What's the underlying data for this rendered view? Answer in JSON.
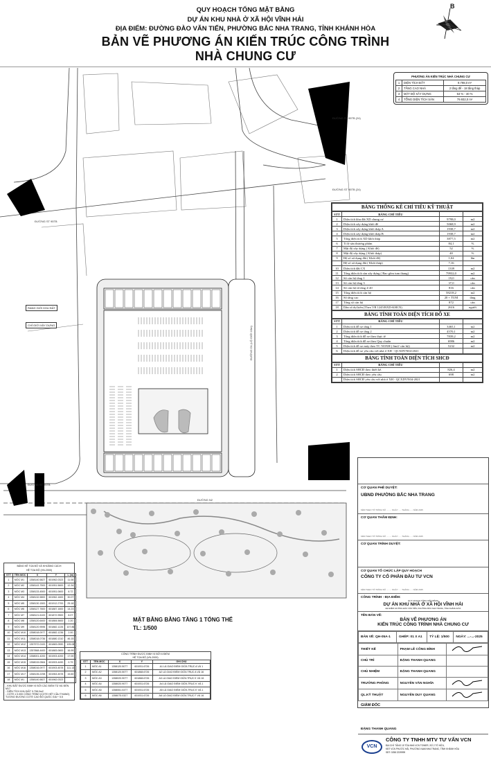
{
  "header": {
    "line1": "QUY HOẠCH TỔNG MẶT BẰNG",
    "line2": "DỰ ÁN KHU NHÀ Ở XÃ HỘI VĨNH HẢI",
    "line3": "ĐỊA ĐIỂM: ĐƯỜNG ĐÀO VĂN TIẾN, PHƯỜNG BẮC NHA TRANG, TỈNH KHÁNH HÒA",
    "title1": "BẢN VẼ PHƯƠNG ÁN KIẾN TRÚC CÔNG TRÌNH",
    "title2": "NHÀ CHUNG CƯ"
  },
  "compass": {
    "label": "B"
  },
  "summary": {
    "title": "PHƯƠNG ÁN KIẾN TRÚC NHÀ CHUNG CƯ",
    "rows": [
      [
        "1",
        "DIỆN TÍCH ĐẤT",
        "9.798,0 m²"
      ],
      [
        "2",
        "TẦNG CAO NHÀ",
        "2 tầng đế - 18 tầng tháp"
      ],
      [
        "3",
        "MẬT ĐỘ XÂY DỰNG",
        "53 % - 40 %"
      ],
      [
        "4",
        "TỔNG DIỆN TÍCH SÀN",
        "79.932,0 m²"
      ]
    ]
  },
  "plan": {
    "road_top": "ĐƯỜNG ST 95TB (24)",
    "road_right": "ĐƯỜNG ST 95TB (24)",
    "road_left": "ĐƯỜNG ST 95TB",
    "road_left2": "ĐƯỜNG ST 95TB",
    "road_n2": "ĐƯỜNG N2",
    "road_d1": "ĐƯỜNG D1 (LỘ GIỚI 15m)",
    "boundary": "RANH GIỚI KHU ĐẤT",
    "build_line": "CHỈ GIỚI XÂY DỰNG",
    "caption": "MẶT BẰNG BẰNG TẦNG 1 TỔNG THỂ",
    "scale": "TL: 1/500"
  },
  "tech": {
    "title": "BẢNG THỐNG KÊ CHỈ TIÊU KỸ THUẬT",
    "col_stt": "STT",
    "col_name": "BẢNG CHỈ TIÊU",
    "rows": [
      [
        "1",
        "Diện tích khu đất XD chung cư",
        "9798,0",
        "m2"
      ],
      [
        "2",
        "Diện tích xây dựng khối đế",
        "5068,9",
        "m2"
      ],
      [
        "3",
        "Diện tích xây dựng khối tháp A",
        "1938,7",
        "m2"
      ],
      [
        "4",
        "Diện tích xây dựng khối tháp B",
        "1938,7",
        "m2"
      ],
      [
        "5",
        "Tổng diện tích XD khối tháp",
        "3877,5",
        "m2"
      ],
      [
        "6",
        "Tỉ lệ sàn thương phẩm",
        "84,1",
        "%"
      ],
      [
        "7",
        "Mật độ xây dựng ( Khối đế)",
        "52",
        "%"
      ],
      [
        "8",
        "Mật độ xây dựng ( Khối tháp)",
        "40",
        "%"
      ],
      [
        "9",
        "Hệ số sử dụng đất ( Khối đế)",
        "1,04",
        "lần"
      ],
      [
        "",
        "Hệ số sử dụng đất ( Khối tháp)",
        "7,16",
        ""
      ],
      [
        "10",
        "Diện tích đất CX",
        "1339",
        "m2"
      ],
      [
        "11",
        "Tổng diện tích sàn xây dựng ( Bao gồm tum thang)",
        "79932,0",
        "m2"
      ],
      [
        "12",
        "Số căn hộ tầng 1",
        "19,0",
        "căn"
      ],
      [
        "13",
        "Số căn hộ tầng 3",
        "37,0",
        "căn"
      ],
      [
        "14",
        "Số căn hộ từ tầng 4-20",
        "816",
        "căn"
      ],
      [
        "15",
        "Tổng diện tích căn hộ",
        "58218,2",
        "m2"
      ],
      [
        "16",
        "Số tầng cao",
        "20 + TUM",
        "tầng"
      ],
      [
        "17",
        "Tổng số căn hộ",
        "872",
        "căn"
      ],
      [
        "18",
        "Dân số dự kiến (Theo VB 1245/BXD-KHCN)",
        "2616",
        "người"
      ]
    ],
    "parking_title": "BẢNG TÍNH TOÁN DIỆN TÍCH ĐỖ XE",
    "parking": [
      [
        "1",
        "Diện tích đỗ xe tầng 1",
        "3465,1",
        "m2"
      ],
      [
        "2",
        "Diện tích đỗ xe tầng 2",
        "4570,1",
        "m2"
      ],
      [
        "3",
        "Tổng diện tích đỗ xe theo thực tế",
        "7839,2",
        "m2"
      ],
      [
        "4",
        "Tổng diện tích đỗ xe theo Quy chuẩn",
        "6986",
        "m2"
      ],
      [
        "5",
        "Diện tích đỗ xe máy theo TC NOXH ( 6m2/ căn hộ)",
        "5232",
        "m2"
      ],
      [
        "6",
        "Diện tích đỗ xe yêu cầu với nhà ở XH - QCXDVN04-2021",
        "",
        ""
      ]
    ],
    "shcd_title": "BẢNG TÍNH TOÁN DIỆN TÍCH SHCĐ",
    "shcd": [
      [
        "1",
        "Diện tích SHCĐ theo thiết kế.",
        "826,4",
        "m2"
      ],
      [
        "2",
        "Diện tích SHCĐ theo yêu cầu",
        "698",
        "m2"
      ],
      [
        "",
        "Diện tích SHCĐ yêu cầu với nhà ở XH - QCXDVN04-2021",
        "",
        ""
      ]
    ]
  },
  "tblock": {
    "approve_k": "CƠ QUAN PHÊ DUYỆT:",
    "approve_v": "UBND PHƯỜNG BẮC NHA TRANG",
    "dateline": "KÈM THEO TỜ TRÌNH SỐ ......... NGÀY ..... THÁNG ..... NĂM 2025",
    "appraise_k": "CƠ QUAN THẨM ĐỊNH:",
    "submit_k": "CƠ QUAN TRÌNH DUYỆT:",
    "org_k": "CƠ QUAN TỔ CHỨC LẬP QUY HOẠCH",
    "org_v": "CÔNG TY CỔ PHẦN ĐẦU TƯ VCN",
    "site_k": "CÔNG TRÌNH - ĐỊA ĐIỂM:",
    "site_small": "QUY HOẠCH TỔNG MẶT BẰNG",
    "site_v": "DỰ ÁN KHU NHÀ Ở XÃ HỘI VĨNH HẢI",
    "site_addr": "ĐỊA ĐIỂM: ĐƯỜNG ĐÀO VĂN TIẾN, PHƯỜNG BẮC NHA TRANG, TỈNH KHÁNH HÒA",
    "name_k": "TÊN BẢN VẼ:",
    "name_v1": "BẢN VẼ PHƯƠNG ÁN",
    "name_v2": "KIẾN TRÚC CÔNG TRÌNH NHÀ CHUNG CƯ",
    "sheet": "BẢN VẼ: QH-05A-1",
    "join": "GHÉP: 01 X A1",
    "scale": "TỶ LỆ: 1/500",
    "date": "NGÀY: ...-...-2025",
    "roles": [
      [
        "THIẾT KẾ",
        "PHẠM LÊ CÔNG BÌNH"
      ],
      [
        "CHỦ TRÌ",
        "ĐẶNG THANH QUANG"
      ],
      [
        "CHỦ NHIỆM",
        "ĐẶNG THANH QUANG"
      ],
      [
        "TRƯỞNG PHÒNG",
        "NGUYỄN VĂN NGHĨA"
      ],
      [
        "QL.KỸ THUẬT",
        "NGUYỄN DUY QUANG"
      ]
    ],
    "director_k": "GIÁM ĐỐC",
    "director_v": "ĐẶNG THANH QUANG",
    "logo": "VCN",
    "company": "CÔNG TY TNHH MTV TƯ VẤN VCN",
    "addr1": "ĐỊA CHỈ: TẦNG 15 TÒA NHÀ VCN TOWER, SỐ 2 TỐ HỮU,",
    "addr2": "KĐT VCN PHƯỚC HẢI, PHƯỜNG NAM NHA TRANG, TỈNH KHÁNH HÒA",
    "phone": "SĐT: 0258 2239999"
  },
  "coords": {
    "title1": "BẢNG KÊ TỌA ĐỘ VÀ KHOẢNG CÁCH",
    "title2": "HỆ TỌA ĐỘ (VN-2000)",
    "cols": [
      "STT",
      "TÊN MỐC",
      "X",
      "Y",
      "L (m)"
    ],
    "rows": [
      [
        "1",
        "MỐC M1",
        "1358140.5827",
        "601962.0323",
        "11.08"
      ],
      [
        "2",
        "MỐC M2",
        "1358143.7500",
        "601951.5600",
        "12.34"
      ],
      [
        "3",
        "MỐC M3",
        "1358133.4500",
        "601951.0600",
        "8.72"
      ],
      [
        "4",
        "MỐC M4",
        "1358132.5800",
        "601962.1600",
        "30.07"
      ],
      [
        "5",
        "MỐC M5",
        "1358130.1500",
        "601912.2700",
        "25.18"
      ],
      [
        "6",
        "MỐC M6",
        "1358127.7600",
        "601887.1600",
        "14.23"
      ],
      [
        "7",
        "MỐC M7",
        "1358121.6100",
        "601872.9500",
        "8.07"
      ],
      [
        "8",
        "MỐC M8",
        "1358120.6400",
        "601884.5600",
        "2.20"
      ],
      [
        "9",
        "MỐC M9",
        "1358120.9596",
        "601882.1226",
        "107.86"
      ],
      [
        "10",
        "MỐC M10",
        "1358018.0977",
        "601882.1236",
        "2.00"
      ],
      [
        "11",
        "MỐC M11",
        "1358018.0736",
        "601880.1310",
        "46.15"
      ],
      [
        "12",
        "MỐC M12",
        "1357972.0100",
        "601883.0590",
        "105.08"
      ],
      [
        "13",
        "MỐC M13",
        "1357868.4400",
        "601883.0600",
        "16.99"
      ],
      [
        "14",
        "MỐC M14",
        "1358001.4200",
        "601903.4200",
        "17.00"
      ],
      [
        "15",
        "MỐC M15",
        "1358015.0564",
        "601903.4490",
        "0.79"
      ],
      [
        "16",
        "MỐC M16",
        "1358016.0977",
        "601903.4578",
        "111.13"
      ],
      [
        "17",
        "MỐC M17",
        "1358135.2298",
        "601963.4578",
        "15.60"
      ],
      [
        "18",
        "MỐC M1",
        "1358140.5827",
        "601962.0323",
        ""
      ]
    ],
    "notes": [
      "- KHU ĐẤT ĐƯỢC ĐỊNH VỊ BỞI CÁC ĐIỂM TỪ M1 ĐẾN M17",
      "- DIỆN TÍCH KHU ĐẤT 9.798,0m2",
      "- COTE ± 0.000 CÔNG TRÌNH (COTE HẾT CẦU THANG) TƯƠNG ĐƯƠNG COTE CAO ĐỘ QUỐC GIA + 5.5"
    ]
  },
  "coords2": {
    "title1": "CÔNG TRÌNH ĐƯỢC ĐỊNH VỊ BỞI 6 ĐIỂM",
    "title2": "HỆ TỌA ĐỘ (VN-2000)",
    "cols": [
      "STT",
      "TÊN MỐC",
      "X",
      "Y",
      "GHI CHÚ"
    ],
    "rows": [
      [
        "1",
        "MỐC A1",
        "1358120.5077",
        "601931.6726",
        "A1 LÀ GIAO ĐIỂM GIỮA TRỤC A VÀ 1"
      ],
      [
        "2",
        "MỐC A2",
        "1358120.5077",
        "601868.6726",
        "A2 LÀ GIAO ĐIỂM GIỮA TRỤC A VÀ 16"
      ],
      [
        "3",
        "MỐC A3",
        "1358020.9077",
        "601868.6726",
        "A3 LÀ GIAO ĐIỂM GIỮA TRỤC K VÀ 16"
      ],
      [
        "4",
        "MỐC A4",
        "1358020.9077",
        "601931.6726",
        "A4 LÀ GIAO ĐIỂM GIỮA TRỤC K VÀ 1"
      ],
      [
        "5",
        "MỐC A5",
        "1358061.0477",
        "601931.6726",
        "A5 LÀ GIAO ĐIỂM GIỮA TRỤC E VÀ 1"
      ],
      [
        "6",
        "MỐC A6",
        "1358075.0327",
        "601931.6726",
        "A6 LÀ GIAO ĐIỂM GIỮA TRỤC F VÀ 16"
      ]
    ]
  }
}
